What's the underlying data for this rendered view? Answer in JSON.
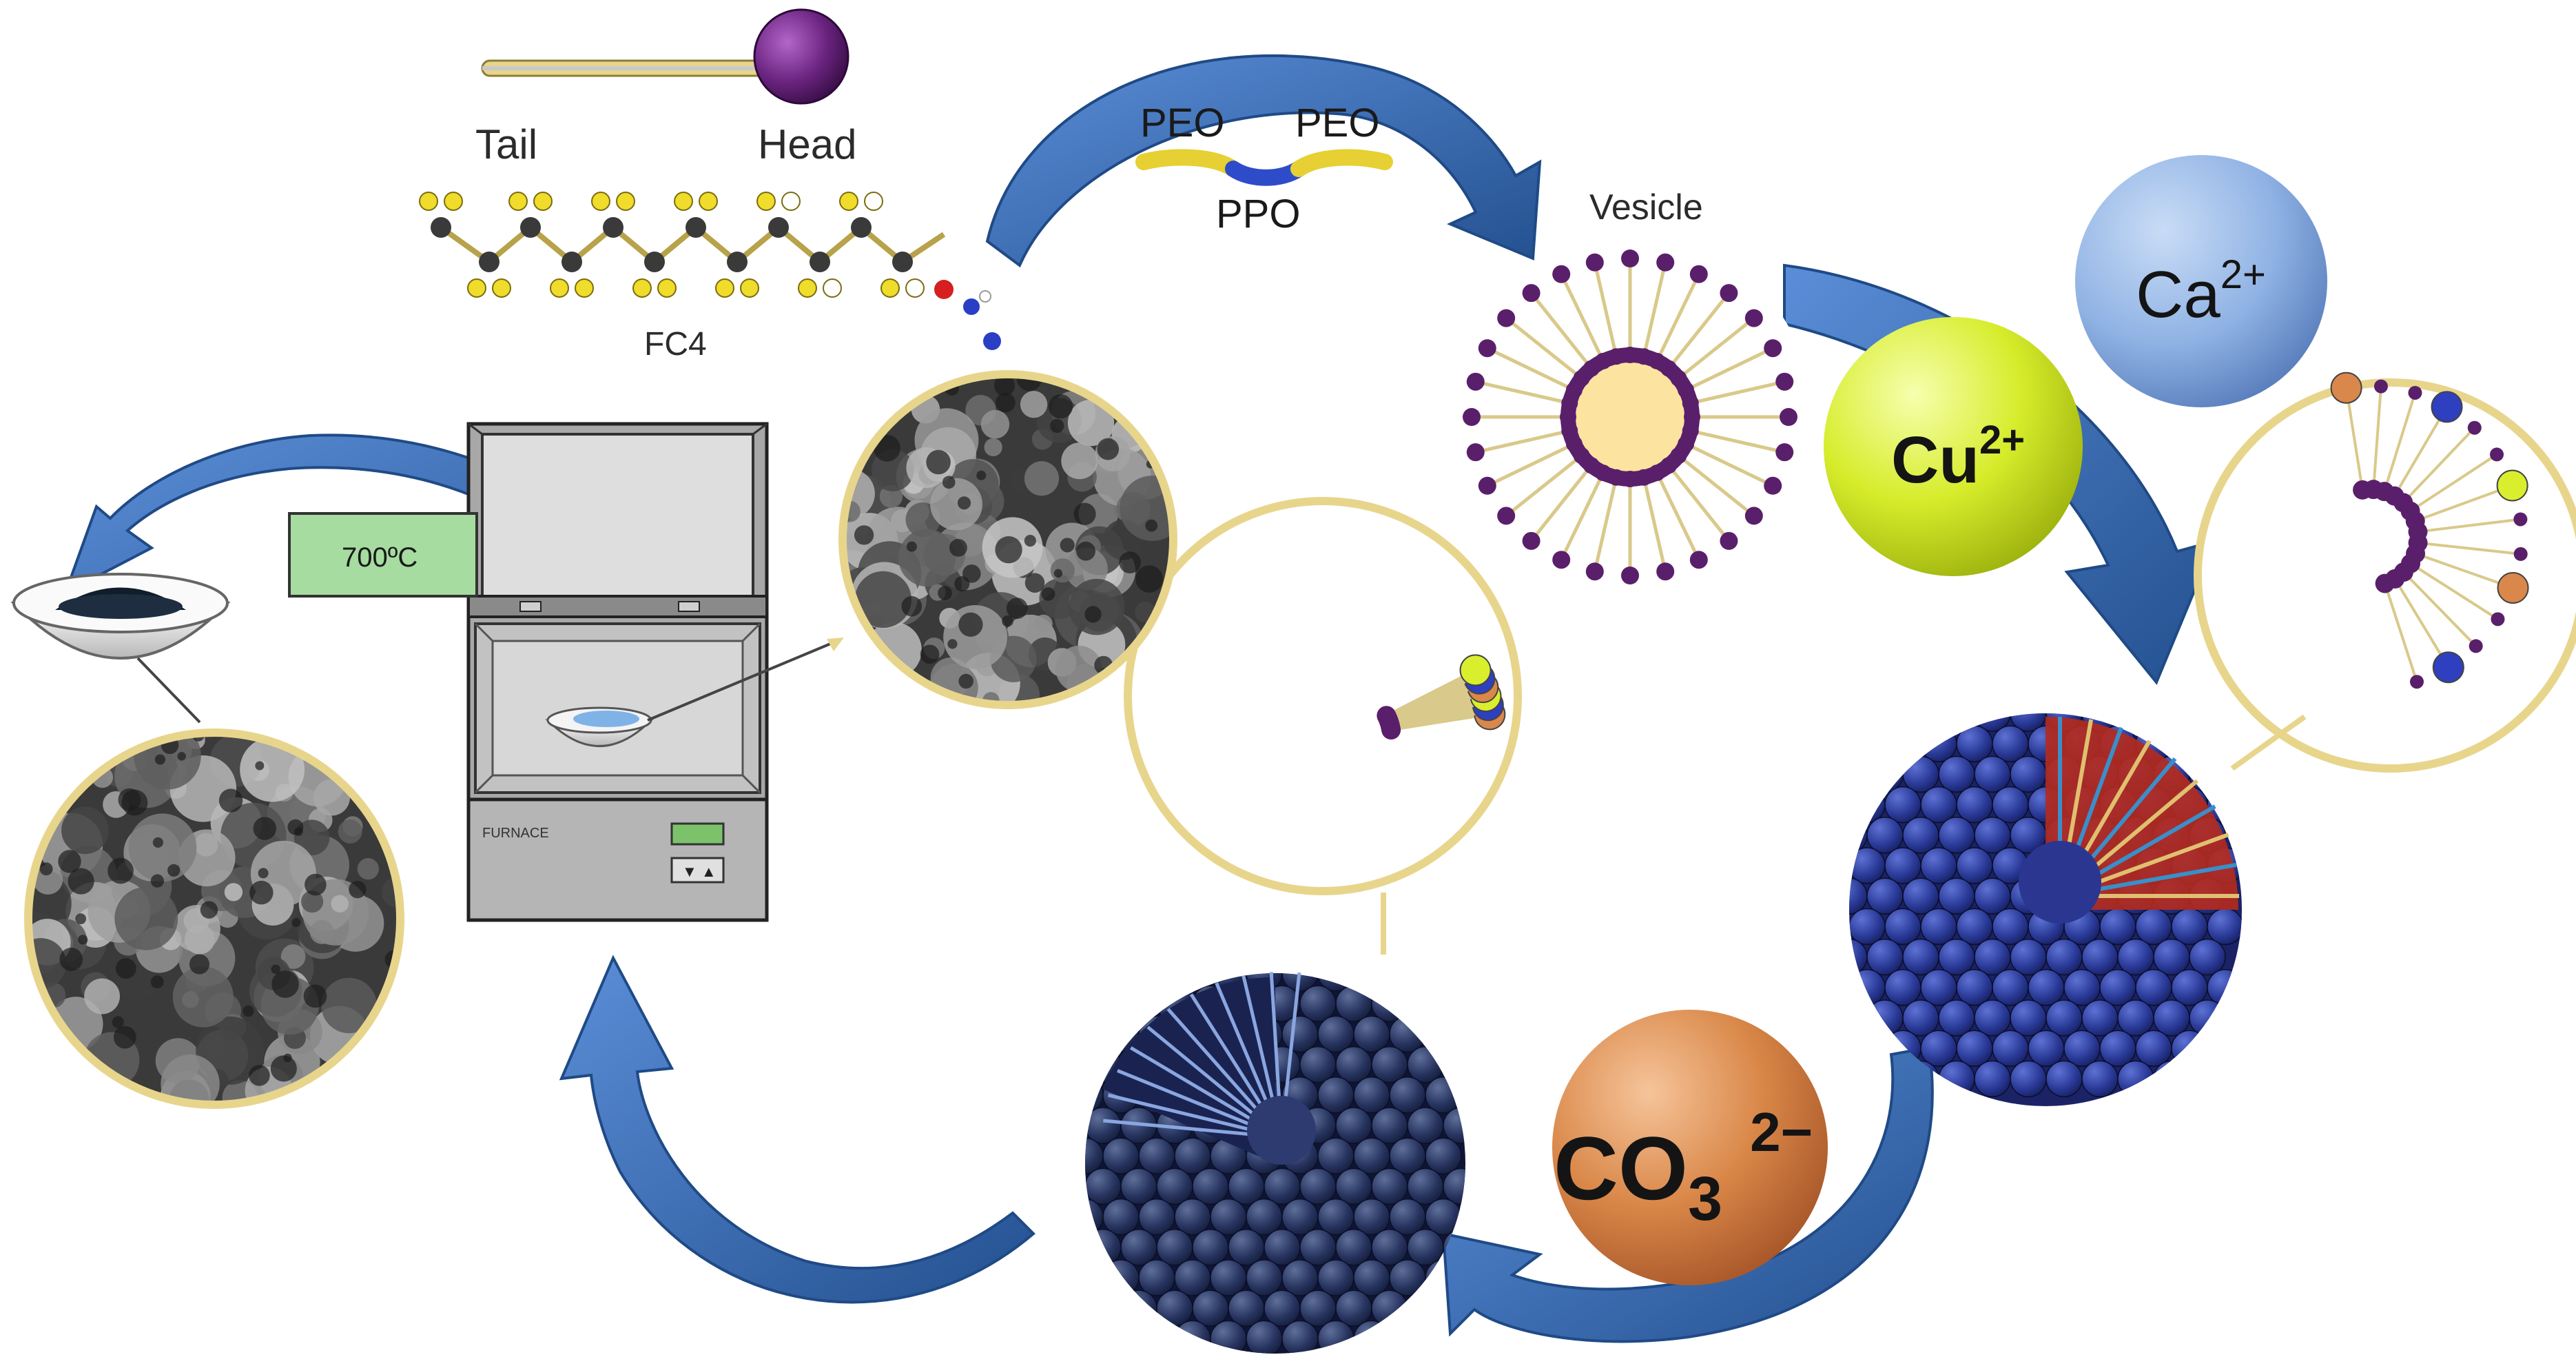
{
  "labels": {
    "tail": "Tail",
    "head": "Head",
    "fc4": "FC4",
    "peo_left": "PEO",
    "peo_right": "PEO",
    "ppo": "PPO",
    "vesicle": "Vesicle",
    "temperature": "700ºC",
    "furnace": "FURNACE",
    "ca_ion": "Ca",
    "ca_charge": "2+",
    "cu_ion": "Cu",
    "cu_charge": "2+",
    "co3_ion": "CO",
    "co3_sub": "3",
    "co3_charge": "2−"
  },
  "colors": {
    "arrow_blue": "#3f74c4",
    "arrow_dark": "#23508f",
    "frame_gold": "#e8d58c",
    "surfactant_purple": "#5a1f6b",
    "fluorine_yellow": "#f0dc2a",
    "cu_green": "#d9ef2e",
    "ca_blue": "#8fb4e6",
    "co3_orange": "#d9874a",
    "sphere_navy": "#22307f",
    "furnace_label_green": "#a6dca0"
  },
  "icons": {
    "furnace": "furnace-icon",
    "crucible": "crucible-bowl-icon",
    "sem": "sem-micrograph-icon",
    "surfactant": "surfactant-molecule-icon",
    "vesicle": "vesicle-icon",
    "particle": "nanoparticle-sphere-icon"
  }
}
